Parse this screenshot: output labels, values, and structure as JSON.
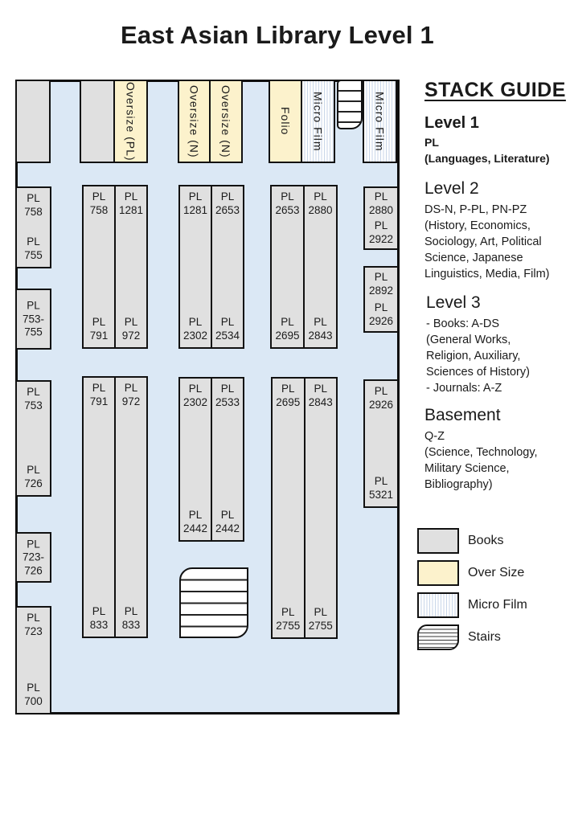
{
  "title": "East Asian Library Level 1",
  "colors": {
    "floor": "#dbe8f5",
    "books": "#e0e0e0",
    "oversize": "#fcf2cc",
    "microfilm_stripe": "#c8d6e8",
    "border": "#111111"
  },
  "floor": {
    "top_row": {
      "oversize_pl": "Oversize (PL)",
      "oversize_n1": "Oversize (N)",
      "oversize_n2": "Oversize (N)",
      "folio": "Folio",
      "microfilm_1": "Micro Film",
      "microfilm_2": "Micro Film"
    },
    "wall_left": [
      {
        "top": "PL\n758",
        "bottom": "PL\n755"
      },
      {
        "only": "PL\n753-\n755"
      },
      {
        "top": "PL\n753",
        "bottom": "PL\n726"
      },
      {
        "only": "PL\n723-\n726"
      },
      {
        "top": "PL\n723",
        "bottom": "PL\n700"
      }
    ],
    "wall_right": [
      {
        "top": "PL\n2880",
        "bottom": "PL\n2922"
      },
      {
        "top": "PL\n2892",
        "bottom": "PL\n2926"
      },
      {
        "top": "PL\n2926",
        "bottom": "PL\n5321"
      }
    ],
    "pairs": [
      {
        "left_top": "PL\n758",
        "right_top": "PL\n1281",
        "left_bottom": "PL\n791",
        "right_bottom": "PL\n972"
      },
      {
        "left_top": "PL\n1281",
        "right_top": "PL\n2653",
        "left_bottom": "PL\n2302",
        "right_bottom": "PL\n2534"
      },
      {
        "left_top": "PL\n2653",
        "right_top": "PL\n2880",
        "left_bottom": "PL\n2695",
        "right_bottom": "PL\n2843"
      },
      {
        "left_top": "PL\n791",
        "right_top": "PL\n972",
        "left_bottom": "PL\n833",
        "right_bottom": "PL\n833"
      },
      {
        "left_top": "PL\n2302",
        "right_top": "PL\n2533",
        "left_bottom": "PL\n2442",
        "right_bottom": "PL\n2442"
      },
      {
        "left_top": "PL\n2695",
        "right_top": "PL\n2843",
        "left_bottom": "PL\n2755",
        "right_bottom": "PL\n2755"
      }
    ]
  },
  "guide": {
    "title": "STACK GUIDE",
    "sections": [
      {
        "heading": "Level 1",
        "body": "PL\n(Languages, Literature)"
      },
      {
        "heading": "Level 2",
        "body": "DS-N, P-PL, PN-PZ\n(History, Economics,\nSociology, Art, Political\nScience, Japanese\nLinguistics, Media, Film)"
      },
      {
        "heading": "Level 3",
        "body": "- Books: A-DS\n(General Works,\nReligion, Auxiliary,\nSciences of History)\n- Journals: A-Z"
      },
      {
        "heading": "Basement",
        "body": "Q-Z\n(Science, Technology,\nMilitary Science,\nBibliography)"
      }
    ]
  },
  "legend": [
    {
      "type": "books",
      "label": "Books"
    },
    {
      "type": "oversize",
      "label": "Over Size"
    },
    {
      "type": "microfilm",
      "label": "Micro Film"
    },
    {
      "type": "stairs",
      "label": "Stairs"
    }
  ]
}
